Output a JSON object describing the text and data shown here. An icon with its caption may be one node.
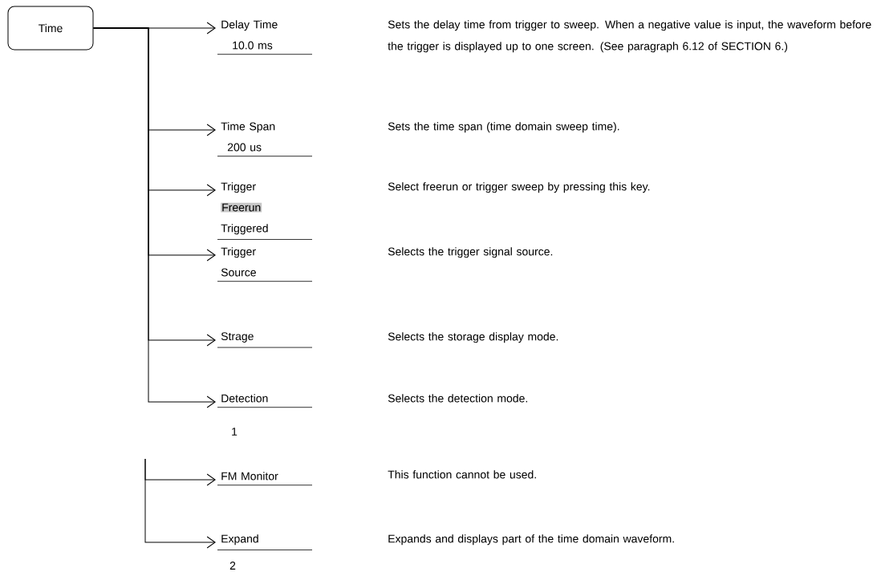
{
  "diagram": {
    "nodes": [
      {
        "text": [
          "Time"
        ]
      },
      {
        "text": [
          "Delay Time",
          "10.0 ms"
        ]
      },
      {
        "text": [
          "Time Span",
          "200 us"
        ]
      },
      {
        "text": [
          "Trigger",
          "Freerun",
          "Triggered"
        ]
      },
      {
        "text": [
          "Trigger Source"
        ]
      },
      {
        "text": [
          "Strage"
        ]
      },
      {
        "text": [
          "Detection"
        ]
      },
      {
        "text": [
          "FM Monitor"
        ]
      },
      {
        "text": [
          "Expand"
        ]
      }
    ],
    "edges": [
      {
        "from": 0,
        "to": 1,
        "arrow": "to"
      },
      {
        "from": 0,
        "to": 2,
        "arrow": "to"
      },
      {
        "from": 0,
        "to": 3,
        "arrow": "to"
      },
      {
        "from": 0,
        "to": 4,
        "arrow": "to"
      },
      {
        "from": 0,
        "to": 5,
        "arrow": "to"
      },
      {
        "from": 0,
        "to": 6,
        "arrow": "to"
      },
      {
        "from": null,
        "to": 7,
        "arrow": "to"
      },
      {
        "from": null,
        "to": 8,
        "arrow": "to"
      }
    ],
    "labels": [
      "Sets the delay time from trigger to sweep.  When a negative value is input, the waveform before the trigger is displayed up to one screen. (See paragraph 6.12 of SECTION 6.)",
      "Sets the time span (time domain sweep time).",
      "Select freerun or trigger sweep by pressing this key.",
      "Selects the trigger signal source.",
      "Selects the storage display mode.",
      "Selects the detection mode.",
      "1",
      "This function cannot be used.",
      "Expands and displays part of the time domain waveform.",
      "2"
    ]
  }
}
